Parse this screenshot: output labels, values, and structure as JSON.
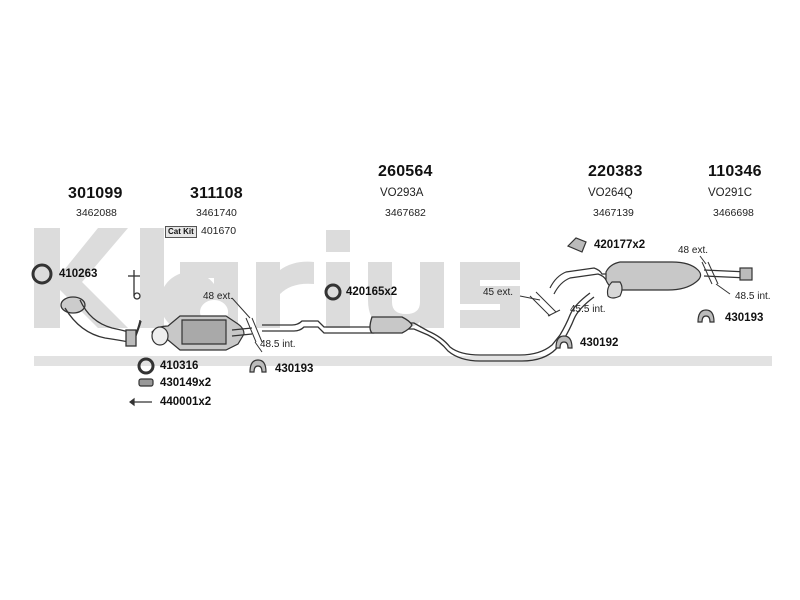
{
  "watermark": {
    "text": "klarius",
    "color": "#d9d9d9"
  },
  "parts": [
    {
      "number": "301099",
      "oe": "",
      "ref": "3462088"
    },
    {
      "number": "311108",
      "oe": "",
      "ref": "3461740"
    },
    {
      "number": "260564",
      "oe": "VO293A",
      "ref": "3467682"
    },
    {
      "number": "220383",
      "oe": "VO264Q",
      "ref": "3467139"
    },
    {
      "number": "110346",
      "oe": "VO291C",
      "ref": "3466698"
    }
  ],
  "catkit": {
    "badge": "Cat Kit",
    "ref": "401670"
  },
  "fittings": {
    "f410263": "410263",
    "f410316": "410316",
    "f430149": "430149x2",
    "f440001": "440001x2",
    "f430193a": "430193",
    "f420165": "420165x2",
    "f420177": "420177x2",
    "f430192": "430192",
    "f430193b": "430193"
  },
  "dimensions": {
    "d1_ext": "48 ext.",
    "d1_int": "48.5 int.",
    "d2_ext": "45 ext.",
    "d2_int": "45.5 int.",
    "d3_ext": "48 ext.",
    "d3_int": "48.5 int."
  }
}
